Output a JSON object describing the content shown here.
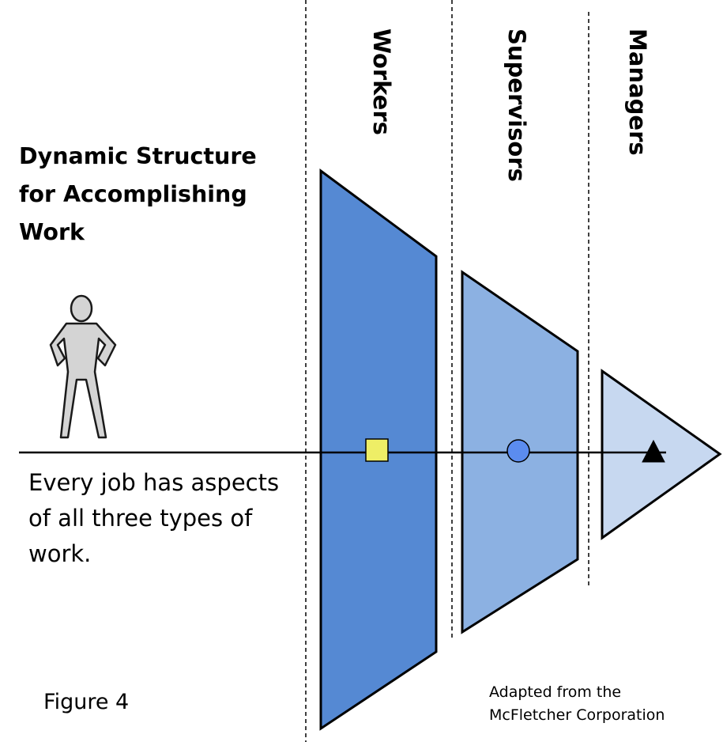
{
  "title_lines": [
    "Dynamic Structure",
    "for Accomplishing",
    "Work"
  ],
  "columns": {
    "workers": "Workers",
    "supervisors": "Supervisors",
    "managers": "Managers"
  },
  "note_lines": [
    "Every job has aspects",
    "of all three types of",
    "work."
  ],
  "figure_label": "Figure 4",
  "credit_lines": [
    "Adapted from the",
    "McFletcher Corporation"
  ],
  "icons": {
    "person": "standing-person-icon",
    "workers_marker": "square-marker-icon",
    "supervisors_marker": "circle-marker-icon",
    "managers_marker": "triangle-marker-icon"
  },
  "colors": {
    "workers_fill": "#5589D3",
    "supervisors_fill": "#8CB1E2",
    "managers_fill": "#C7D8F0",
    "square_marker": "#EEEE66",
    "circle_marker": "#5B8CEF",
    "person_fill": "#D4D4D4",
    "outline": "#000000"
  }
}
